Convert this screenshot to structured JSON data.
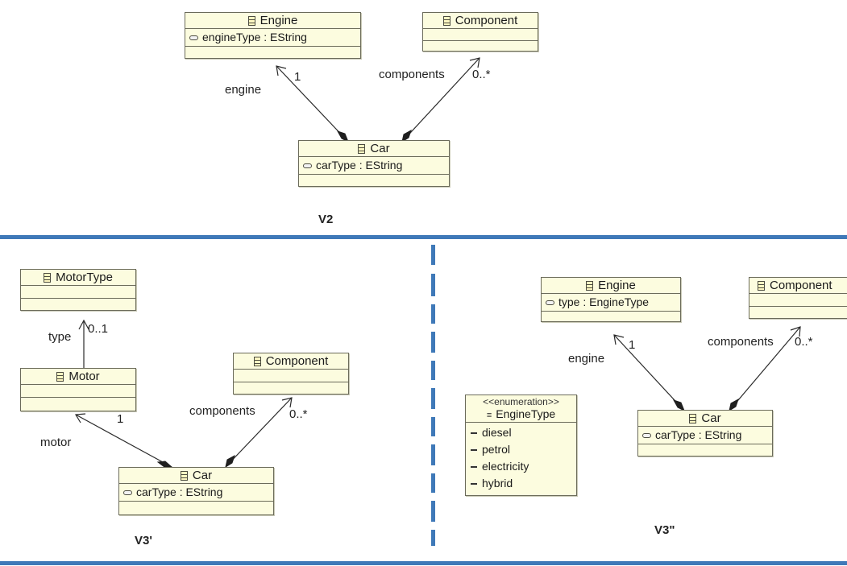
{
  "v2": {
    "label": "V2",
    "engine": {
      "name": "Engine",
      "attr": "engineType : EString"
    },
    "component": {
      "name": "Component"
    },
    "car": {
      "name": "Car",
      "attr": "carType : EString"
    },
    "assoc_engine": {
      "role": "engine",
      "mult": "1"
    },
    "assoc_components": {
      "role": "components",
      "mult": "0..*"
    }
  },
  "v3a": {
    "label": "V3'",
    "motortype": {
      "name": "MotorType"
    },
    "motor": {
      "name": "Motor"
    },
    "component": {
      "name": "Component"
    },
    "car": {
      "name": "Car",
      "attr": "carType : EString"
    },
    "assoc_type": {
      "role": "type",
      "mult": "0..1"
    },
    "assoc_motor": {
      "role": "motor",
      "mult": "1"
    },
    "assoc_components": {
      "role": "components",
      "mult": "0..*"
    }
  },
  "v3b": {
    "label": "V3\"",
    "engine": {
      "name": "Engine",
      "attr": "type : EngineType"
    },
    "component": {
      "name": "Component"
    },
    "car": {
      "name": "Car",
      "attr": "carType : EString"
    },
    "enum": {
      "stereotype": "<<enumeration>>",
      "name": "EngineType",
      "literals": [
        "diesel",
        "petrol",
        "electricity",
        "hybrid"
      ]
    },
    "assoc_engine": {
      "role": "engine",
      "mult": "1"
    },
    "assoc_components": {
      "role": "components",
      "mult": "0..*"
    }
  },
  "colors": {
    "class_fill": "#fcfcdf",
    "class_border": "#6b6b5a",
    "separator": "#3f79b8",
    "line": "#2a2a2a"
  },
  "icons": {
    "class": "eclass-icon",
    "attribute": "eattribute-icon",
    "enumeration": "eenum-icon",
    "literal": "enum-literal-icon",
    "navigable_end": "open-arrowhead",
    "composite_end": "filled-diamond"
  }
}
